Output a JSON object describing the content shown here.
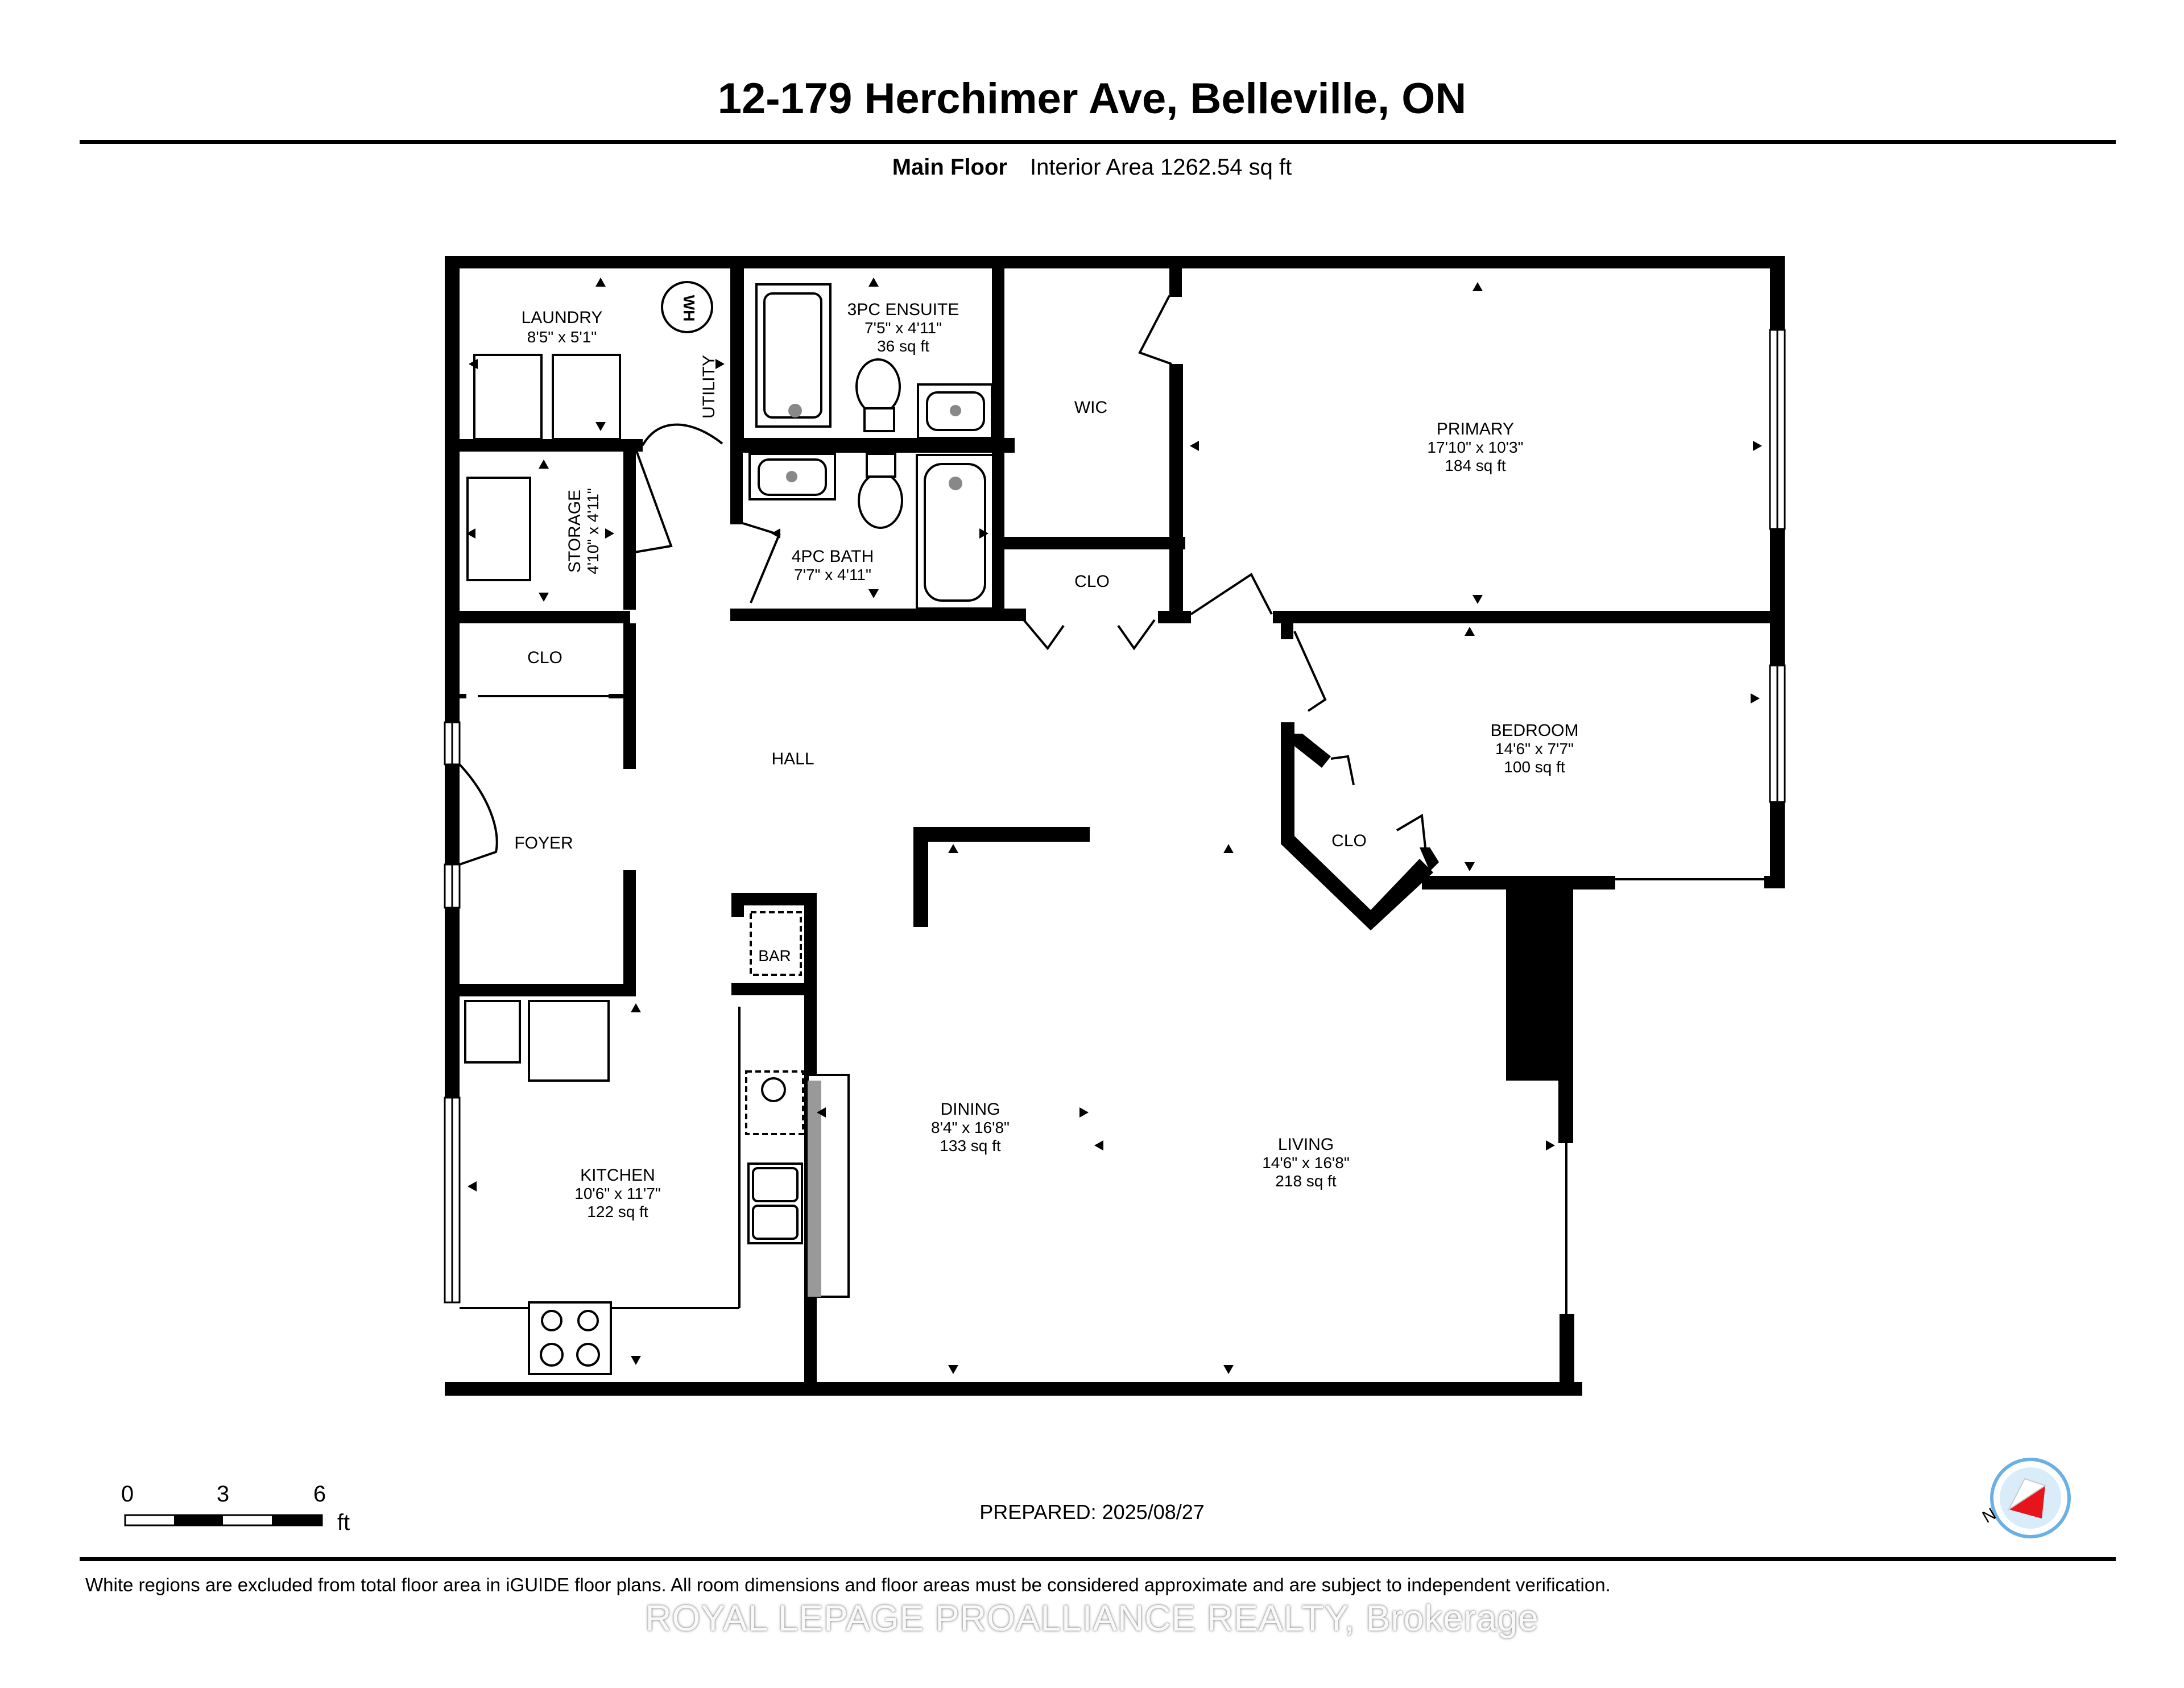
{
  "header": {
    "title": "12-179 Herchimer Ave, Belleville, ON",
    "floor": "Main Floor",
    "area": "Interior Area 1262.54 sq ft"
  },
  "rooms": {
    "laundry": {
      "name": "LAUNDRY",
      "dims": "8'5\" x 5'1\""
    },
    "ensuite": {
      "name": "3PC ENSUITE",
      "dims": "7'5\" x 4'11\"",
      "area": "36 sq ft"
    },
    "wic": {
      "name": "WIC"
    },
    "primary": {
      "name": "PRIMARY",
      "dims": "17'10\" x 10'3\"",
      "area": "184 sq ft"
    },
    "utility": {
      "name": "UTILITY"
    },
    "storage": {
      "name": "STORAGE",
      "dims": "4'10\" x 4'11\""
    },
    "bath4": {
      "name": "4PC BATH",
      "dims": "7'7\" x 4'11\""
    },
    "clo_hall": {
      "name": "CLO"
    },
    "clo_left": {
      "name": "CLO"
    },
    "hall": {
      "name": "HALL"
    },
    "bedroom": {
      "name": "BEDROOM",
      "dims": "14'6\" x 7'7\"",
      "area": "100 sq ft"
    },
    "clo_bed": {
      "name": "CLO"
    },
    "foyer": {
      "name": "FOYER"
    },
    "bar": {
      "name": "BAR"
    },
    "kitchen": {
      "name": "KITCHEN",
      "dims": "10'6\" x 11'7\"",
      "area": "122 sq ft"
    },
    "dining": {
      "name": "DINING",
      "dims": "8'4\" x 16'8\"",
      "area": "133 sq ft"
    },
    "living": {
      "name": "LIVING",
      "dims": "14'6\" x 16'8\"",
      "area": "218 sq ft"
    }
  },
  "fixtures": {
    "water_heater": "WH"
  },
  "scale": {
    "labels": [
      "0",
      "3",
      "6"
    ],
    "unit": "ft"
  },
  "compass": {
    "north": "N"
  },
  "footer": {
    "prepared": "PREPARED: 2025/08/27",
    "disclaimer": "White regions are excluded from total floor area in iGUIDE floor plans. All room dimensions and floor areas must be considered approximate and are subject to independent verification.",
    "watermark": "ROYAL LEPAGE PROALLIANCE REALTY, Brokerage"
  },
  "colors": {
    "wall": "#000000",
    "compass_accent": "#e8141c",
    "compass_ring": "#6ab0e6",
    "window": "#ffffff"
  }
}
